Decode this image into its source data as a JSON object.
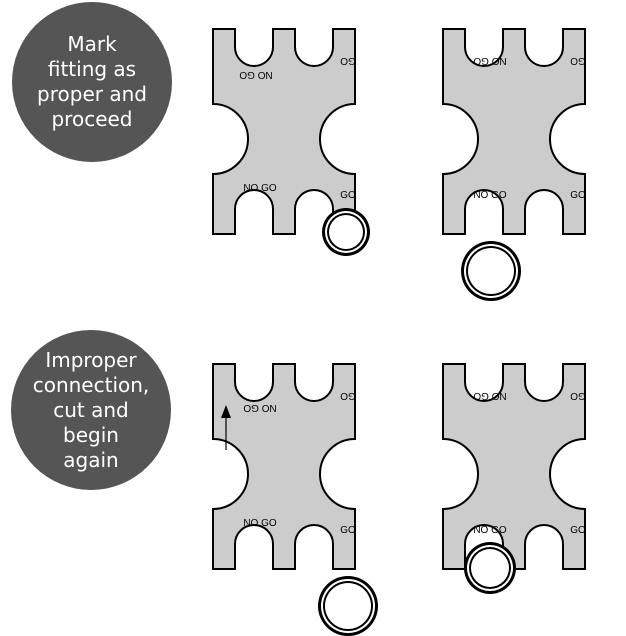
{
  "labels": {
    "top": "Mark\nfitting as\nproper and\nproceed",
    "bottom": "Improper\nconnection,\ncut and\nbegin\nagain"
  },
  "gauge": {
    "no_go": "NO GO",
    "go": "GO"
  },
  "colors": {
    "gauge_fill": "#cccccc",
    "label_circle": "#555555"
  }
}
